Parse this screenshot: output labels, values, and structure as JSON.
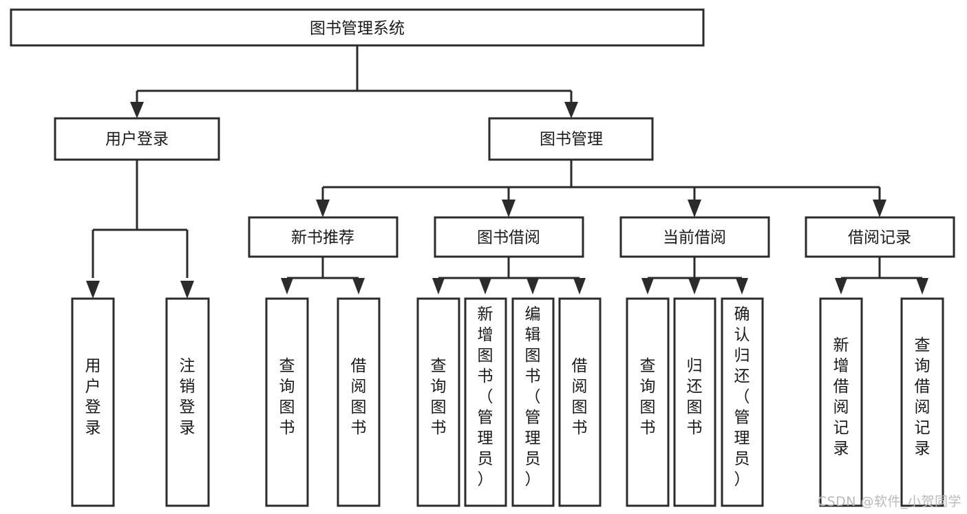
{
  "diagram": {
    "type": "hierarchy-tree",
    "title": "图书管理系统",
    "root": {
      "id": "root",
      "label": "图书管理系统",
      "orientation": "horizontal"
    },
    "level2": [
      {
        "id": "user-login",
        "label": "用户登录",
        "orientation": "horizontal"
      },
      {
        "id": "book-management",
        "label": "图书管理",
        "orientation": "horizontal"
      }
    ],
    "level3": [
      {
        "id": "new-book-recommend",
        "label": "新书推荐",
        "orientation": "horizontal",
        "parent": "book-management"
      },
      {
        "id": "book-borrow",
        "label": "图书借阅",
        "orientation": "horizontal",
        "parent": "book-management"
      },
      {
        "id": "current-borrow",
        "label": "当前借阅",
        "orientation": "horizontal",
        "parent": "book-management"
      },
      {
        "id": "borrow-record",
        "label": "借阅记录",
        "orientation": "horizontal",
        "parent": "book-management"
      }
    ],
    "leaves": [
      {
        "id": "leaf-user-login",
        "label": "用户登录",
        "orientation": "vertical",
        "parent": "user-login"
      },
      {
        "id": "leaf-logout-login",
        "label": "注销登录",
        "orientation": "vertical",
        "parent": "user-login"
      },
      {
        "id": "leaf-query-book-1",
        "label": "查询图书",
        "orientation": "vertical",
        "parent": "new-book-recommend"
      },
      {
        "id": "leaf-borrow-book-1",
        "label": "借阅图书",
        "orientation": "vertical",
        "parent": "new-book-recommend"
      },
      {
        "id": "leaf-query-book-2",
        "label": "查询图书",
        "orientation": "vertical",
        "parent": "book-borrow"
      },
      {
        "id": "leaf-add-book-admin",
        "label": "新增图书（管理员）",
        "orientation": "vertical",
        "parent": "book-borrow"
      },
      {
        "id": "leaf-edit-book-admin",
        "label": "编辑图书（管理员）",
        "orientation": "vertical",
        "parent": "book-borrow"
      },
      {
        "id": "leaf-borrow-book-2",
        "label": "借阅图书",
        "orientation": "vertical",
        "parent": "book-borrow"
      },
      {
        "id": "leaf-query-book-3",
        "label": "查询图书",
        "orientation": "vertical",
        "parent": "current-borrow"
      },
      {
        "id": "leaf-return-book",
        "label": "归还图书",
        "orientation": "vertical",
        "parent": "current-borrow"
      },
      {
        "id": "leaf-confirm-return-admin",
        "label": "确认归还（管理员）",
        "orientation": "vertical",
        "parent": "current-borrow"
      },
      {
        "id": "leaf-add-borrow-record",
        "label": "新增借阅记录",
        "orientation": "vertical",
        "parent": "borrow-record"
      },
      {
        "id": "leaf-query-borrow-record",
        "label": "查询借阅记录",
        "orientation": "vertical",
        "parent": "borrow-record"
      }
    ],
    "colors": {
      "stroke": "#2b2b2b",
      "fill": "#ffffff",
      "text": "#1a1a1a",
      "watermark": "#b9b9b9"
    }
  },
  "watermark": {
    "text": "CSDN @软件_小贺同学"
  }
}
